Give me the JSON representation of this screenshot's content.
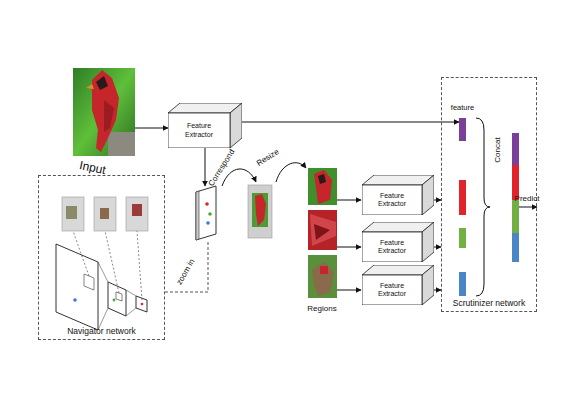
{
  "diagram": {
    "nodes": [
      {
        "text": [
          "Input"
        ]
      },
      {
        "text": [
          "Feature Extractor"
        ]
      },
      {
        "text": [
          "Navigator network"
        ]
      },
      {
        "text": [
          "Feature Extractor"
        ]
      },
      {
        "text": [
          "Feature Extractor"
        ]
      },
      {
        "text": [
          "Feature Extractor"
        ]
      },
      {
        "text": [
          "Scrutinizer network"
        ]
      },
      {
        "text": [
          "feature"
        ],
        "in": 6
      }
    ],
    "edges": [
      {
        "from": 0,
        "to": 1,
        "arrow": "to"
      },
      {
        "from": 1,
        "to": 7,
        "arrow": "to"
      },
      {
        "from": 3,
        "to": 6,
        "arrow": "to"
      },
      {
        "from": 4,
        "to": 6,
        "arrow": "to"
      },
      {
        "from": 5,
        "to": 6,
        "arrow": "to"
      }
    ],
    "labels": [
      "Correspond",
      "Resize",
      "zoom in",
      "Regions",
      "Concat",
      "Predict"
    ]
  }
}
